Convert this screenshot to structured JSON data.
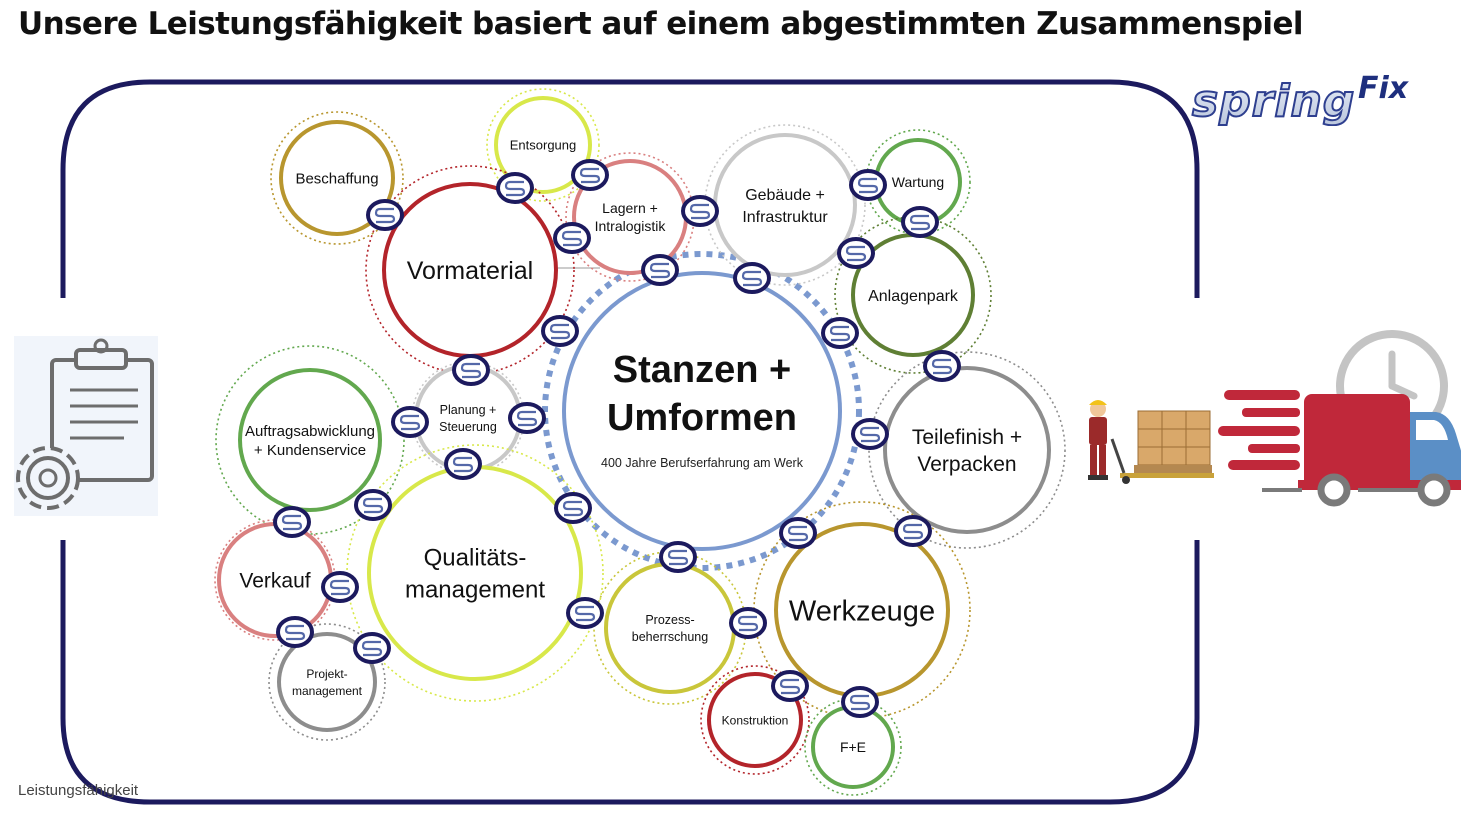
{
  "title": "Unsere Leistungsfähigkeit basiert auf einem abgestimmten Zusammenspiel",
  "footer": "Leistungsfähigkeit",
  "logo": {
    "part1": "spring",
    "part2": "Fix"
  },
  "colors": {
    "frame": "#1c1a5e",
    "connector_fill": "#ffffff",
    "connector_stroke": "#1c1a5e",
    "center": "#7b99cf",
    "red": "#b3242a",
    "green": "#62a84e",
    "olive_green": "#5f7f34",
    "gold": "#b8962e",
    "lime": "#d8e84a",
    "olive_yellow": "#c9c63a",
    "pink": "#d98080",
    "grey": "#8d8d8d",
    "light_grey": "#c8c8c8",
    "truck_red": "#c0283a",
    "truck_blue": "#5b8fc6"
  },
  "center": {
    "title_line1": "Stanzen +",
    "title_line2": "Umformen",
    "subtitle": "400 Jahre Berufserfahrung am Werk"
  },
  "nodes": [
    {
      "id": "entsorgung",
      "lines": [
        "Entsorgung"
      ],
      "color": "lime"
    },
    {
      "id": "beschaffung",
      "lines": [
        "Beschaffung"
      ],
      "color": "gold"
    },
    {
      "id": "vormaterial",
      "lines": [
        "Vormaterial"
      ],
      "color": "red"
    },
    {
      "id": "lagern",
      "lines": [
        "Lagern +",
        "Intralogistik"
      ],
      "color": "pink"
    },
    {
      "id": "gebaeude",
      "lines": [
        "Gebäude +",
        "Infrastruktur"
      ],
      "color": "light_grey"
    },
    {
      "id": "wartung",
      "lines": [
        "Wartung"
      ],
      "color": "green"
    },
    {
      "id": "anlagenpark",
      "lines": [
        "Anlagenpark"
      ],
      "color": "olive_green"
    },
    {
      "id": "teilefinish",
      "lines": [
        "Teilefinish +",
        "Verpacken"
      ],
      "color": "grey"
    },
    {
      "id": "werkzeuge",
      "lines": [
        "Werkzeuge"
      ],
      "color": "gold"
    },
    {
      "id": "planung",
      "lines": [
        "Planung +",
        "Steuerung"
      ],
      "color": "light_grey"
    },
    {
      "id": "auftrag",
      "lines": [
        "Auftragsabwicklung",
        "+ Kundenservice"
      ],
      "color": "green"
    },
    {
      "id": "qualitaet",
      "lines": [
        "Qualitäts-",
        "management"
      ],
      "color": "lime"
    },
    {
      "id": "verkauf",
      "lines": [
        "Verkauf"
      ],
      "color": "pink"
    },
    {
      "id": "projekt",
      "lines": [
        "Projekt-",
        "management"
      ],
      "color": "grey"
    },
    {
      "id": "prozess",
      "lines": [
        "Prozess-",
        "beherrschung"
      ],
      "color": "olive_yellow"
    },
    {
      "id": "konstruktion",
      "lines": [
        "Konstruktion"
      ],
      "color": "red"
    },
    {
      "id": "fe",
      "lines": [
        "F+E"
      ],
      "color": "green"
    }
  ],
  "icons": {
    "left": "clipboard-gear-icon",
    "worker": "pallet-jack-worker-icon",
    "truck": "fast-delivery-truck-icon",
    "connector": "springfix-s-badge-icon"
  }
}
